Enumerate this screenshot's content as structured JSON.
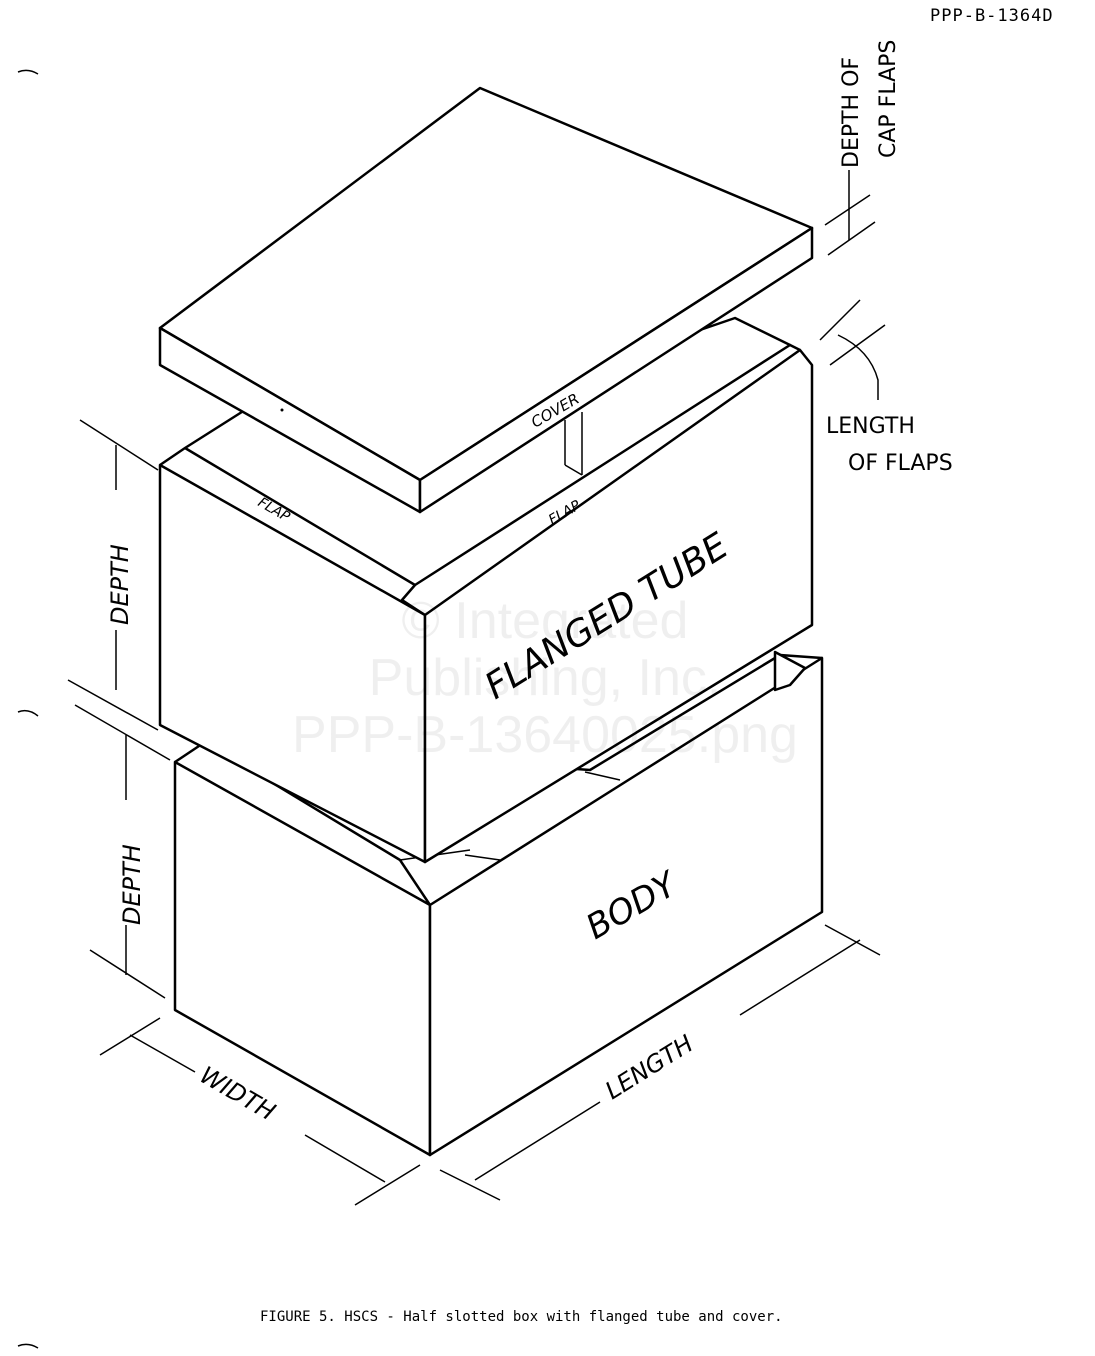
{
  "document_number": "PPP-B-1364D",
  "caption": "FIGURE 5.  HSCS - Half slotted box with flanged tube and cover.",
  "parts": {
    "cover": "COVER",
    "flap_left": "FLAP",
    "flap_right": "FLAP",
    "flanged_tube": "FLANGED TUBE",
    "body": "BODY"
  },
  "dimensions": {
    "depth_tube": "DEPTH",
    "depth_body": "DEPTH",
    "width": "WIDTH",
    "length": "LENGTH",
    "length_of_flaps_line1": "LENGTH",
    "length_of_flaps_line2": "OF FLAPS",
    "depth_of_cap_flaps_line1": "DEPTH OF",
    "depth_of_cap_flaps_line2": "CAP FLAPS"
  },
  "watermark": {
    "line1": "© Integrated",
    "line2": "Publishing, Inc.",
    "line3": "PPP-B-13640025.png"
  }
}
